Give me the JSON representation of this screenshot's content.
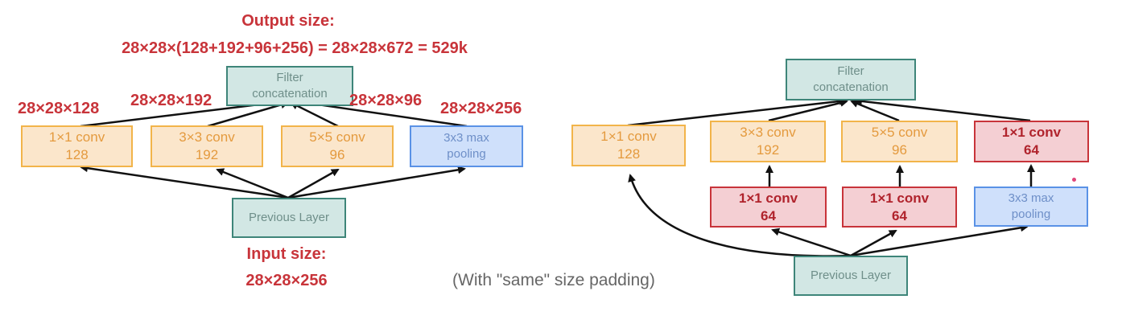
{
  "left": {
    "output_label": "Output size:",
    "output_formula": "28×28×(128+192+96+256) = 28×28×672 = 529k",
    "filter_concat": [
      "Filter",
      "concatenation"
    ],
    "dims": [
      "28×28×128",
      "28×28×192",
      "28×28×96",
      "28×28×256"
    ],
    "conv1": [
      "1×1 conv",
      "128"
    ],
    "conv3": [
      "3×3 conv",
      "192"
    ],
    "conv5": [
      "5×5 conv",
      "96"
    ],
    "pool": [
      "3x3 max",
      "pooling"
    ],
    "previous_layer": "Previous Layer",
    "input_label": "Input size:",
    "input_value": "28×28×256"
  },
  "note": "(With \"same\" size padding)",
  "right": {
    "filter_concat": [
      "Filter",
      "concatenation"
    ],
    "conv1": [
      "1×1 conv",
      "128"
    ],
    "conv3": [
      "3×3 conv",
      "192"
    ],
    "conv5": [
      "5×5 conv",
      "96"
    ],
    "conv1_pool": [
      "1×1 conv",
      "64"
    ],
    "reduce3": [
      "1×1 conv",
      "64"
    ],
    "reduce5": [
      "1×1 conv",
      "64"
    ],
    "pool": [
      "3x3 max",
      "pooling"
    ],
    "previous_layer": "Previous Layer"
  },
  "colors": {
    "accent_red": "#c8343a",
    "orange": "#f2b44a",
    "blue": "#5a92e6",
    "teal": "#3e8579"
  }
}
